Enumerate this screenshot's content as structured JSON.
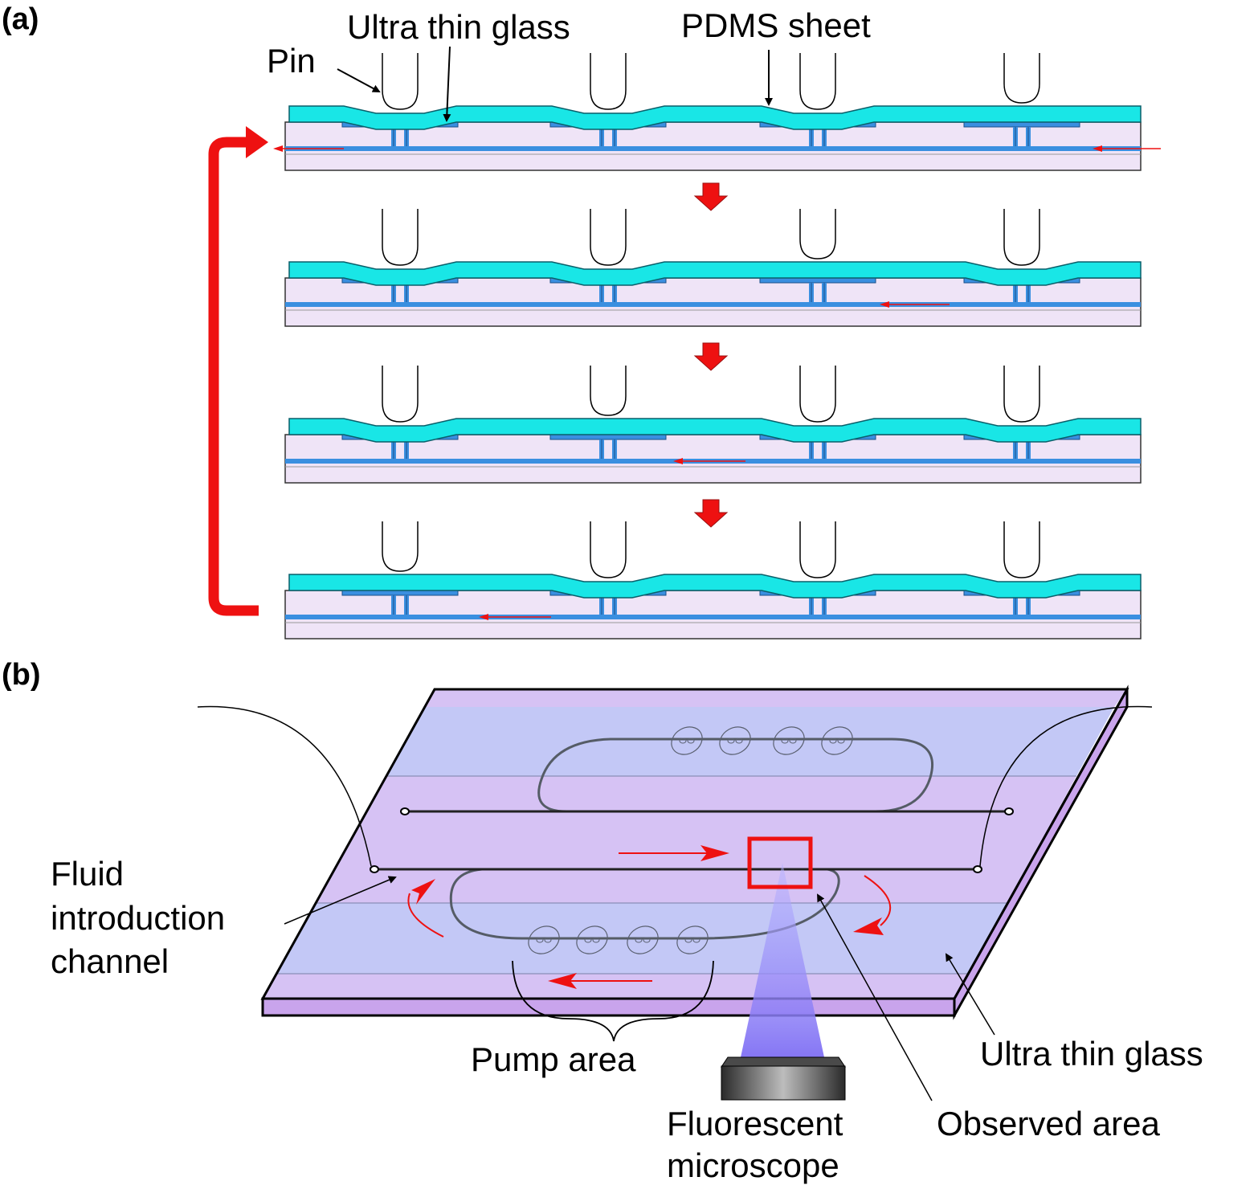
{
  "panel_a": {
    "label": "(a)",
    "callouts": {
      "pin": "Pin",
      "ultra_thin_glass": "Ultra thin glass",
      "pdms_sheet": "PDMS sheet"
    }
  },
  "panel_b": {
    "label": "(b)",
    "callouts": {
      "fluid_line1": "Fluid",
      "fluid_line2": "introduction",
      "fluid_line3": "channel",
      "pump_area": "Pump area",
      "microscope_line1": "Fluorescent",
      "microscope_line2": "microscope",
      "ultra_thin_glass": "Ultra thin glass",
      "observed_area": "Observed area"
    }
  },
  "colors": {
    "pdms": "#19e6e6",
    "channel": "#3a8fe0",
    "substrate": "#efe4f7",
    "arrow_red": "#ee1111",
    "glass_top": "#c3c8f6",
    "glass_mid": "#d6c2f4",
    "glass_edge": "#c9a4ec",
    "beam": "#7f6ff4"
  }
}
